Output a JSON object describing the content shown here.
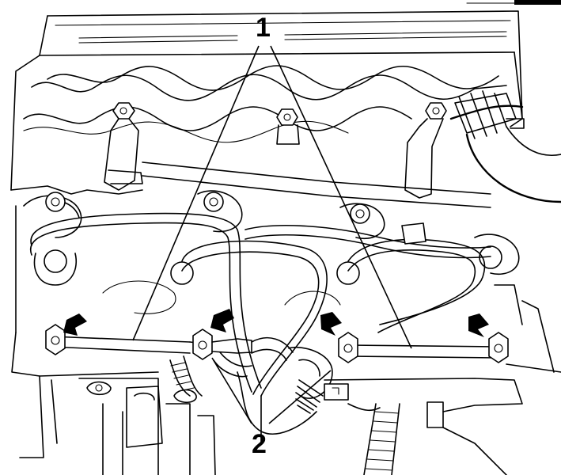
{
  "figure": {
    "callouts": [
      {
        "id": "callout-1",
        "label": "1"
      },
      {
        "id": "callout-2",
        "label": "2"
      }
    ],
    "arrows": 4
  }
}
